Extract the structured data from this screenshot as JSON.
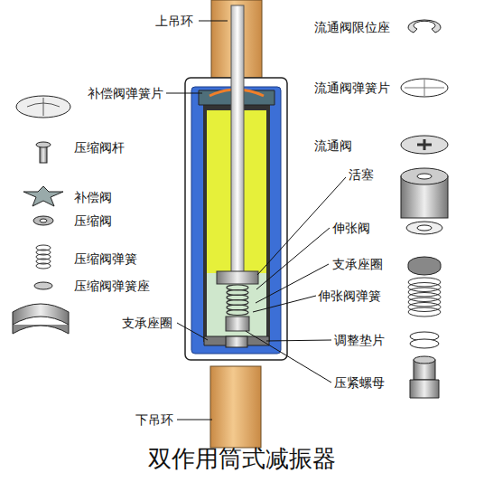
{
  "diagram": {
    "title": "双作用筒式减振器",
    "labels": [
      "上吊环",
      "流通阀限位座",
      "流通阀弹簧片",
      "补偿阀弹簧片",
      "流通阀",
      "压缩阀杆",
      "活塞",
      "补偿阀",
      "压缩阀",
      "伸张阀",
      "压缩阀弹簧",
      "支承座圈",
      "压缩阀弹簧座",
      "伸张阀弹簧",
      "支承座圈",
      "调整垫片",
      "压紧螺母",
      "下吊环"
    ]
  }
}
